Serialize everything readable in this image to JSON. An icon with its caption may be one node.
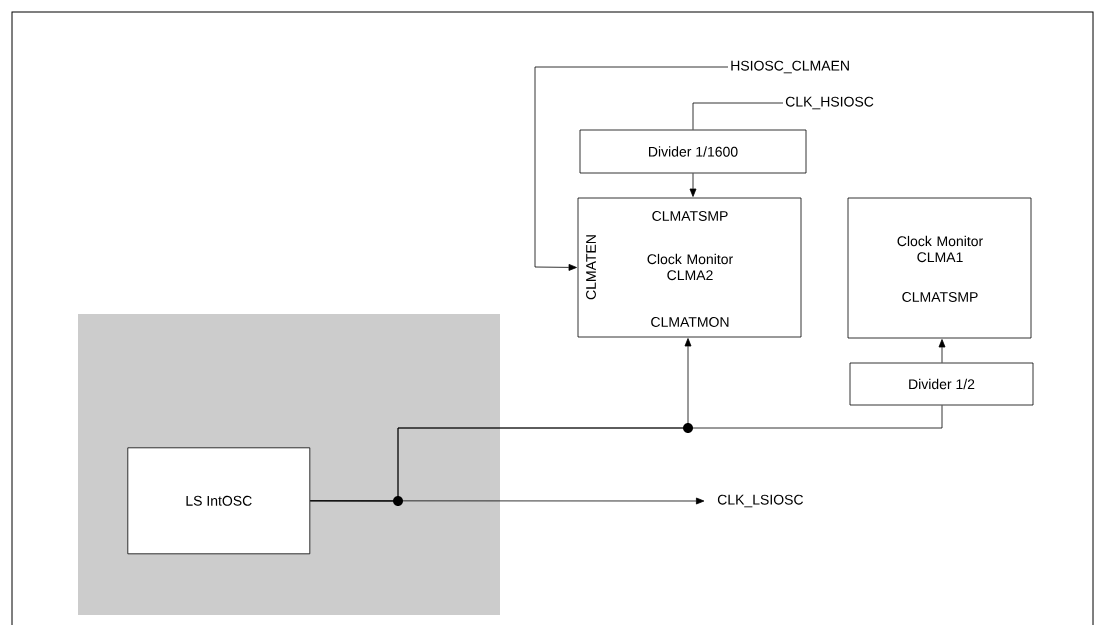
{
  "diagram": {
    "nodes": [
      {
        "text": [],
        "shape": "box"
      },
      {
        "text": [
          "LS IntOSC"
        ],
        "in": 0
      },
      {
        "text": [
          "HSIOSC_CLMAEN"
        ]
      },
      {
        "text": [
          "CLK_HSIOSC"
        ]
      },
      {
        "text": [
          "Divider  1/1600"
        ]
      },
      {
        "text": [
          "CLMATSMP",
          "Clock Monitor CLMA2",
          "CLMATMON",
          "CLMATEN"
        ]
      },
      {
        "text": [
          "Clock Monitor CLMA1",
          "CLMATSMP"
        ]
      },
      {
        "text": [
          "Divider  1/2"
        ]
      },
      {
        "text": [
          "CLK_LSIOSC"
        ]
      }
    ],
    "edges": [
      {
        "from": 2,
        "to": 5,
        "arrow": "to"
      },
      {
        "from": 3,
        "to": 4,
        "arrow": "none"
      },
      {
        "from": 4,
        "to": 5,
        "arrow": "to"
      },
      {
        "from": 1,
        "to": 8,
        "arrow": "to"
      },
      {
        "from": 1,
        "to": 5,
        "arrow": "to"
      },
      {
        "from": 1,
        "to": 7,
        "arrow": "none"
      },
      {
        "from": 7,
        "to": 6,
        "arrow": "to"
      }
    ]
  }
}
